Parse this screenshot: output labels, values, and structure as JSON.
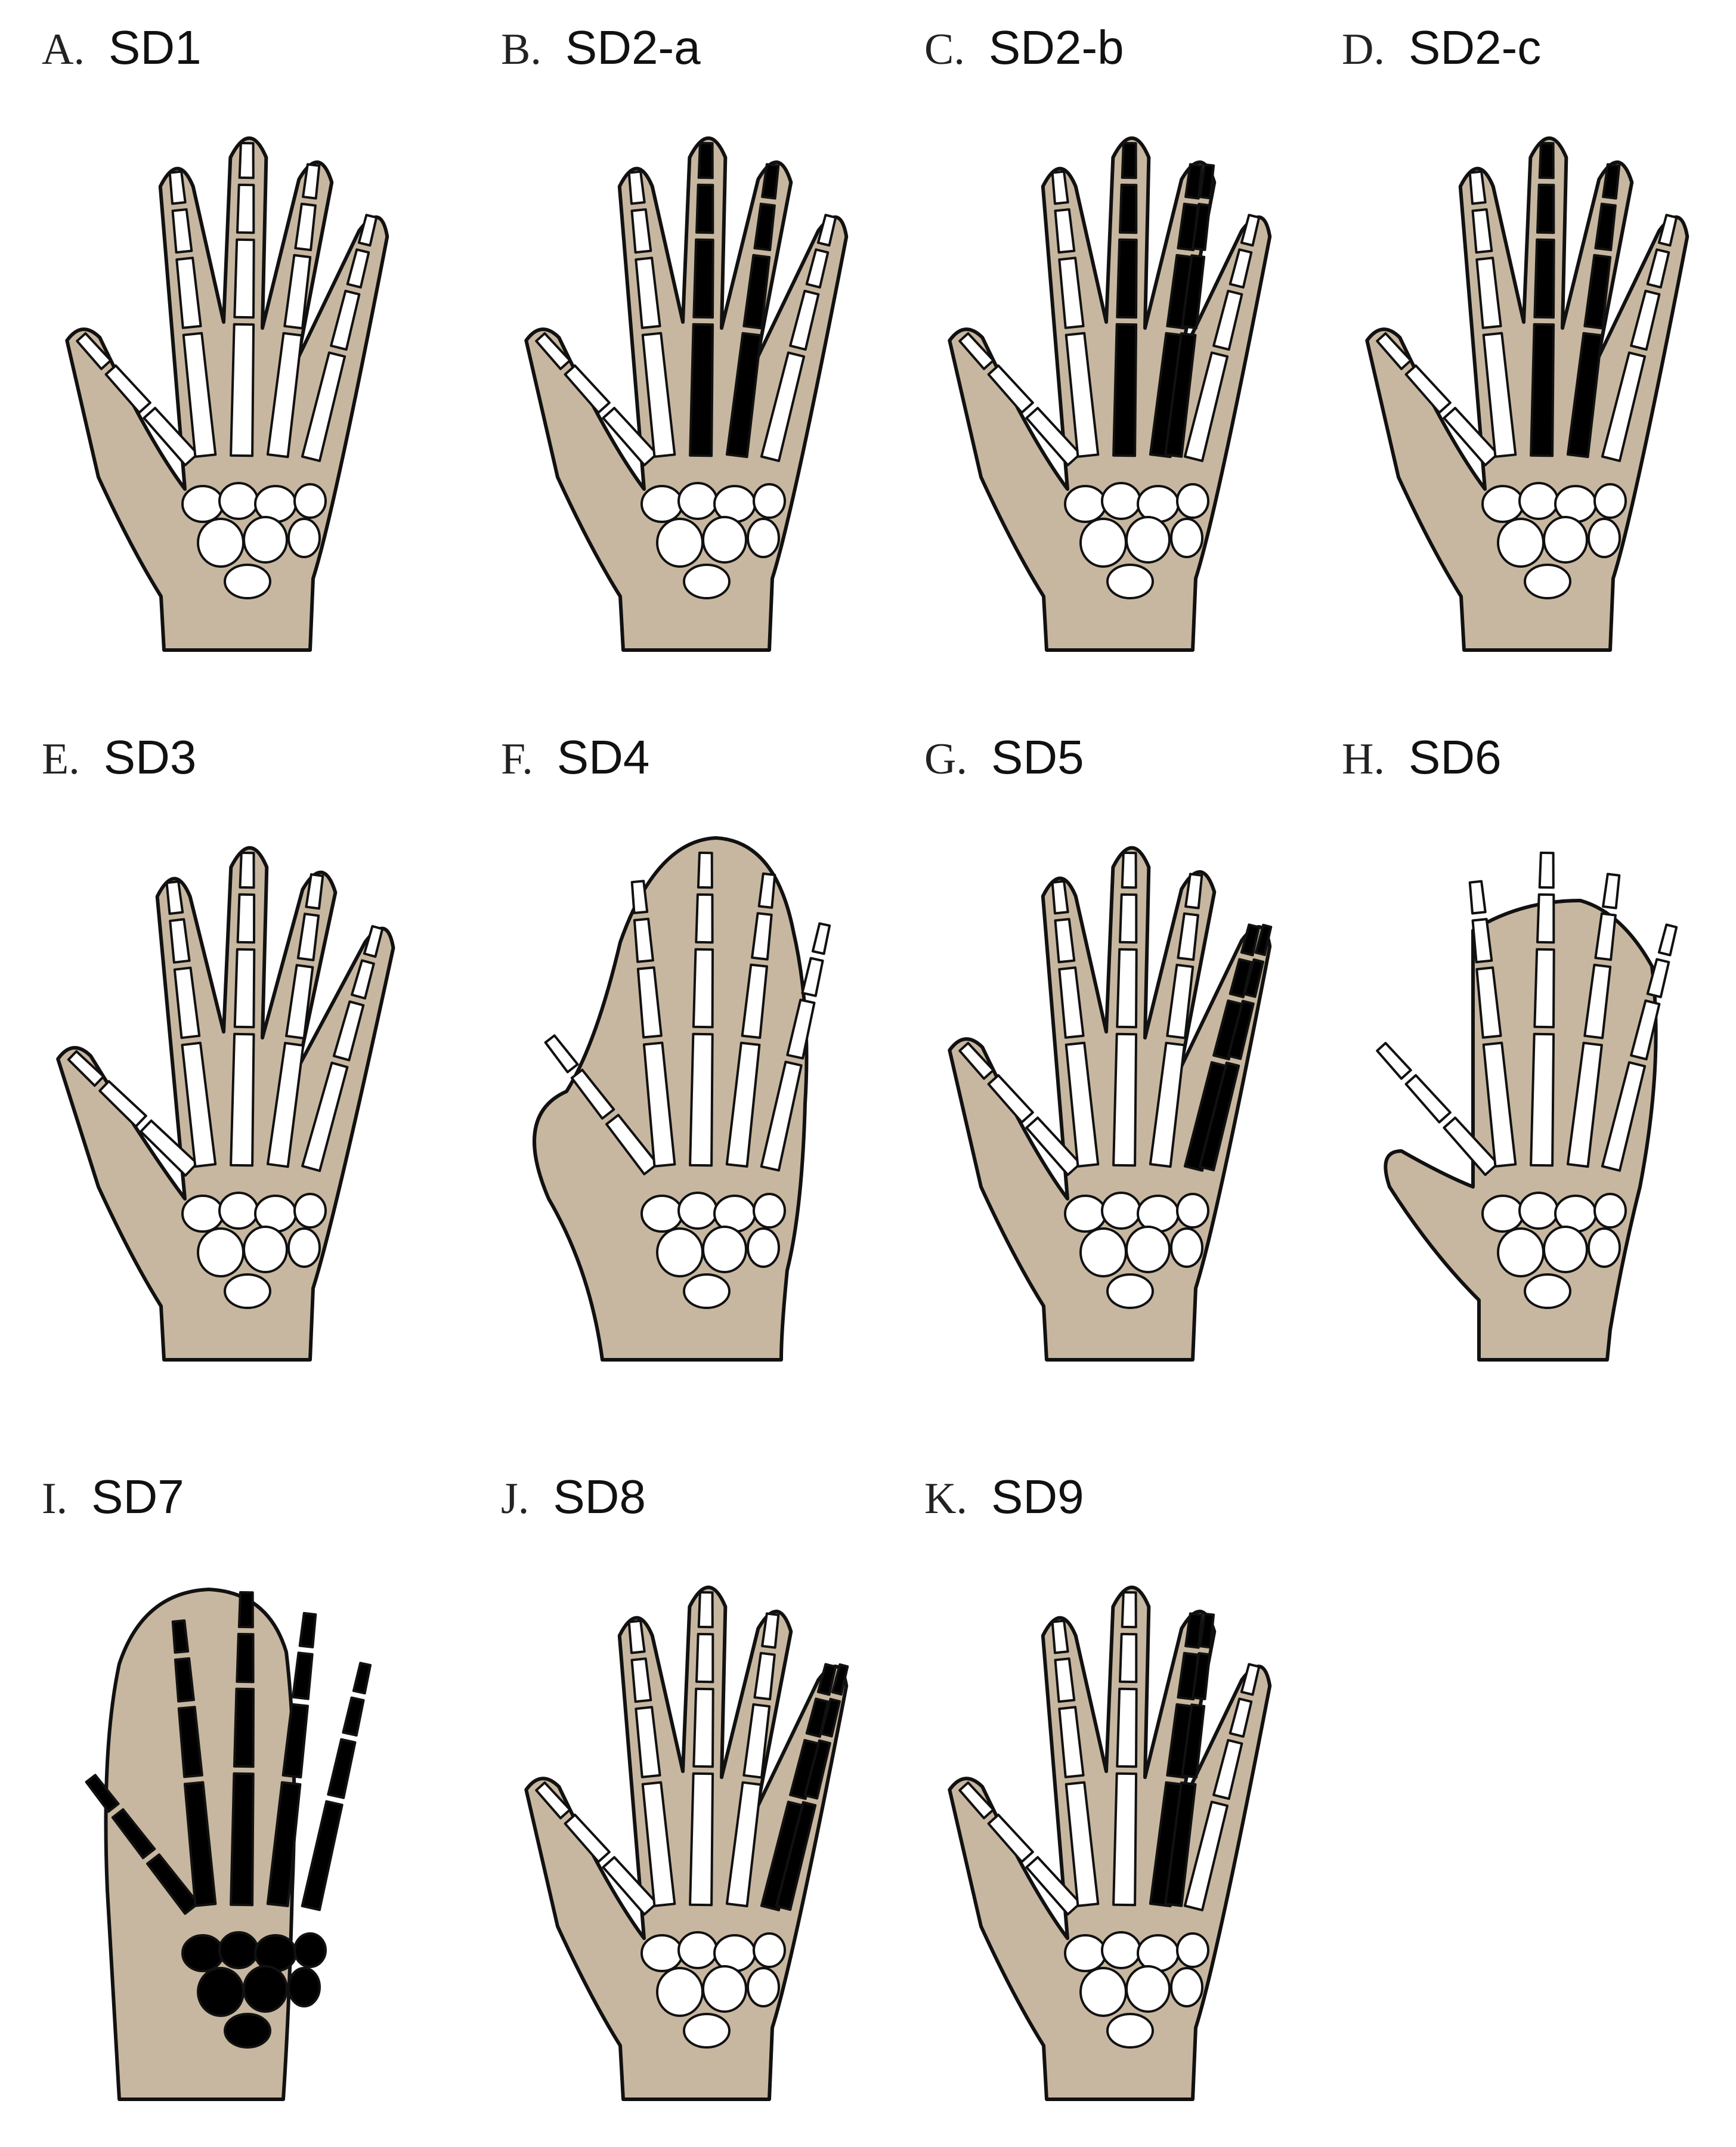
{
  "panels": [
    {
      "letter": "A.",
      "code": "SD1",
      "shape": "hand",
      "spread": 1.0,
      "fused": [],
      "duplicate": null
    },
    {
      "letter": "B.",
      "code": "SD2-a",
      "shape": "hand",
      "spread": 1.0,
      "fused": [
        2,
        3
      ],
      "duplicate": null
    },
    {
      "letter": "C.",
      "code": "SD2-b",
      "shape": "hand",
      "spread": 1.0,
      "fused": [
        2,
        3
      ],
      "duplicate": 3
    },
    {
      "letter": "D.",
      "code": "SD2-c",
      "shape": "hand",
      "spread": 1.0,
      "fused": [
        2,
        3
      ],
      "duplicate": null
    },
    {
      "letter": "E.",
      "code": "SD3",
      "shape": "hand",
      "spread": 1.1,
      "fused": [],
      "duplicate": null
    },
    {
      "letter": "F.",
      "code": "SD4",
      "shape": "mitten",
      "spread": 0.9,
      "fused": [],
      "duplicate": null
    },
    {
      "letter": "G.",
      "code": "SD5",
      "shape": "hand",
      "spread": 1.0,
      "fused": [],
      "duplicate": 4
    },
    {
      "letter": "H.",
      "code": "SD6",
      "shape": "paddle",
      "spread": 1.0,
      "fused": [],
      "duplicate": null
    },
    {
      "letter": "I.",
      "code": "SD7",
      "shape": "club",
      "spread": 0.9,
      "fused": [],
      "duplicate": null
    },
    {
      "letter": "J.",
      "code": "SD8",
      "shape": "hand",
      "spread": 1.0,
      "fused": [],
      "duplicate": 4
    },
    {
      "letter": "K.",
      "code": "SD9",
      "shape": "hand",
      "spread": 1.0,
      "fused": [],
      "duplicate": 3
    }
  ],
  "colors": {
    "skin": "#c8b7a0",
    "bone": "#ffffff",
    "affected_bone": "#000000",
    "outline": "#111111"
  }
}
